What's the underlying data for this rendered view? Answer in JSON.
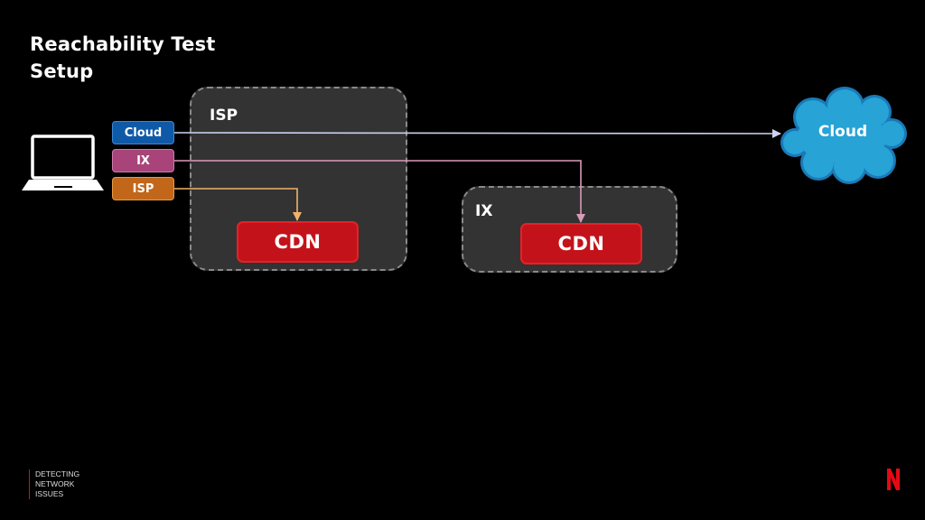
{
  "title_line1": "Reachability Test",
  "title_line2": "Setup",
  "zones": {
    "isp": "ISP",
    "ix": "IX"
  },
  "cdn": {
    "isp_cdn": "CDN",
    "ix_cdn": "CDN"
  },
  "tags": {
    "cloud": "Cloud",
    "ix": "IX",
    "isp": "ISP"
  },
  "cloud_label": "Cloud",
  "footer": {
    "line1": "DETECTING",
    "line2": "NETWORK",
    "line3": "ISSUES"
  },
  "colors": {
    "cloud_path": "#c9d3f0",
    "ix_path": "#d99ab8",
    "isp_path": "#f2b26b",
    "cdn_red": "#c4121a",
    "cloud_fill": "#27a3d6",
    "netflix_red": "#e50914"
  }
}
